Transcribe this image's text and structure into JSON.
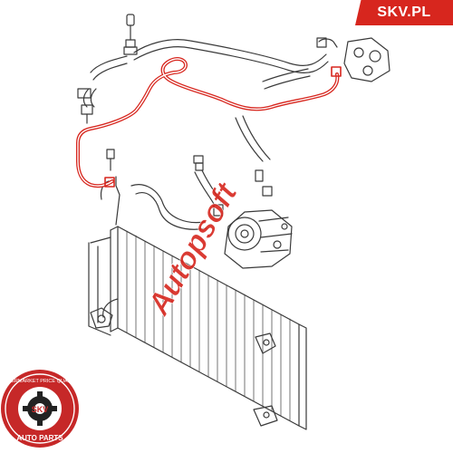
{
  "brand": {
    "text": "SKV.PL",
    "accent": "#d7261e"
  },
  "watermark": {
    "text": "Autopsoft",
    "color": "#d7261e"
  },
  "seal": {
    "top_text": "AFTERMARKET PRICE QUALITY",
    "center_text": "SKV",
    "bottom_text": "AUTO PARTS",
    "color": "#c62828"
  },
  "colors": {
    "line": "#3a3a3a",
    "highlight": "#d7261e"
  }
}
